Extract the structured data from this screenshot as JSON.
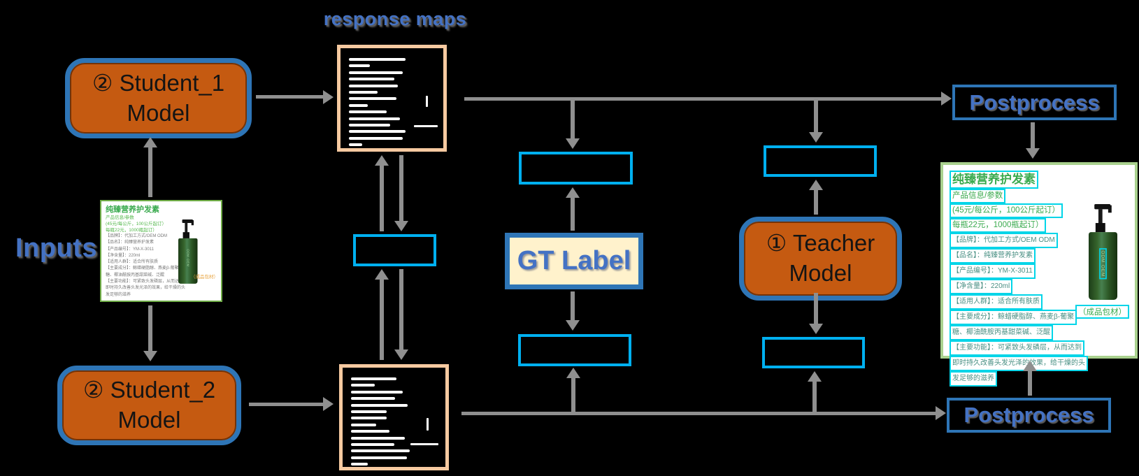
{
  "title": "response maps",
  "labels": {
    "inputs": "Inputs",
    "student1": {
      "line1": "② Student_1",
      "line2": "Model"
    },
    "student2": {
      "line1": "② Student_2",
      "line2": "Model"
    },
    "teacher": {
      "line1": "① Teacher",
      "line2": "Model"
    },
    "gt_label": "GT Label",
    "postprocess_top": "Postprocess",
    "postprocess_bottom": "Postprocess"
  },
  "colors": {
    "background": "#000000",
    "model_box_fill": "#C55A11",
    "model_box_border": "#2E75B6",
    "loss_box_border": "#00B0F0",
    "gt_label_fill": "#FFF2CC",
    "blue_text": "#4472C4",
    "response_map_border": "#F6C9A0",
    "arrow": "#8F8F8F",
    "card_border_green": "#A9D18E",
    "detection_box_cyan": "#00D5E8"
  },
  "response_maps": {
    "map1_line_widths": [
      60,
      22,
      57,
      48,
      52,
      30,
      50,
      20,
      40,
      54,
      44,
      60,
      57,
      14
    ],
    "map2_line_widths": [
      48,
      25,
      55,
      47,
      60,
      38,
      38,
      27,
      41,
      57,
      46,
      62,
      59,
      18
    ]
  },
  "input_card": {
    "title": "纯臻营养护发素",
    "header_lines": [
      "产品信息/参数",
      "(45元/每公斤，100公斤起订）",
      "每瓶22元，1000瓶起订）"
    ],
    "attribute_lines": [
      "【品牌】：代加工方式/OEM ODM",
      "【品名】：纯臻营养护发素",
      "【产品编号】：YM-X-3011",
      "【净含量】：220ml",
      "【适用人群】：适合所有肤质",
      "【主要成分】：鲸蜡硬脂醇、燕麦β-葡聚",
      "糖、椰油酰胺丙基甜菜碱、泛醌",
      "【主要功能】：可紧致头发磷层，从而达到",
      "即时持久改善头发光泽的效果，给干燥的头",
      "发足够的滋养"
    ],
    "bottle_label": "ODM OEM",
    "packaging_note": "（成品包材）"
  },
  "output_card": {
    "title": "纯臻营养护发素",
    "header_lines": [
      "产品信息/参数",
      "(45元/每公斤，100公斤起订）",
      "每瓶22元，1000瓶起订）"
    ],
    "attribute_lines": [
      "【品牌】：代加工方式/OEM ODM",
      "【品名】：纯臻营养护发素",
      "【产品编号】：YM-X-3011",
      "【净含量】：220ml",
      "【适用人群】：适合所有肤质",
      "【主要成分】：鲸蜡硬脂醇、燕麦β-葡聚",
      "糖、椰油酰胺丙基甜菜碱、泛醌",
      "【主要功能】：可紧致头发磷层，从而达到",
      "即时持久改善头发光泽的效果，给干燥的头",
      "发足够的滋养"
    ],
    "bottle_label": "ODM OEM",
    "packaging_note": "（成品包材）"
  }
}
